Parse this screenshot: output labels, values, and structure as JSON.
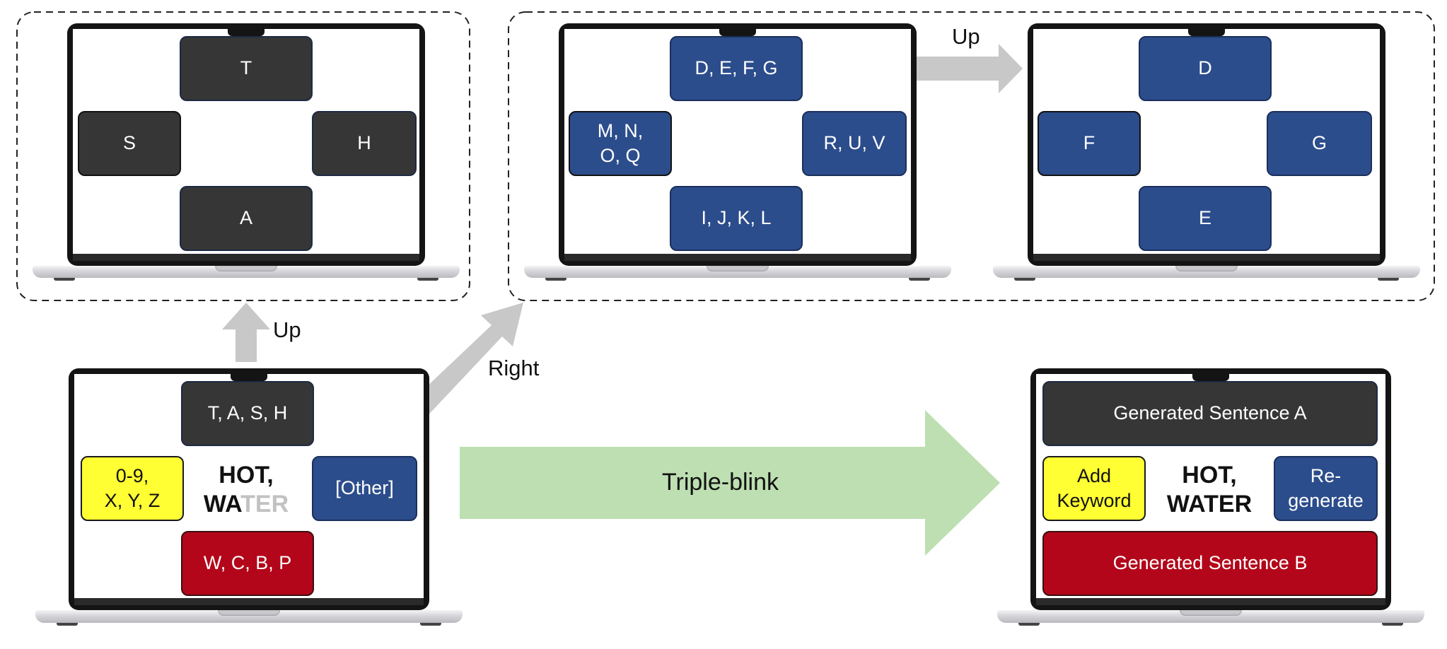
{
  "colors": {
    "dark_key": "#363636",
    "blue_key": "#2c4d8c",
    "red_key": "#b3061a",
    "yellow_key": "#ffff33",
    "arrow_gray": "#c8c8c8",
    "arrow_green": "#bddfb1",
    "typed_text": "#111111",
    "pending_text": "#c2c2c2"
  },
  "main_screen": {
    "up": "T, A, S, H",
    "left": "0-9,\nX, Y, Z",
    "right": "[Other]",
    "down": "W, C, B, P",
    "keyword_line1": "HOT,",
    "keyword_typed": "WA",
    "keyword_pending": "TER"
  },
  "up_screen": {
    "up": "T",
    "left": "S",
    "right": "H",
    "down": "A"
  },
  "right_screen": {
    "up": "D, E, F, G",
    "left": "M, N,\nO, Q",
    "right": "R, U, V",
    "down": "I, J, K, L"
  },
  "right_up_screen": {
    "up": "D",
    "left": "F",
    "right": "G",
    "down": "E"
  },
  "result_screen": {
    "top": "Generated Sentence A",
    "left": "Add\nKeyword",
    "right": "Re-\ngenerate",
    "bottom": "Generated Sentence B",
    "keyword_line1": "HOT,",
    "keyword_line2": "WATER"
  },
  "labels": {
    "up_from_main": "Up",
    "right_from_main": "Right",
    "up_in_right_group": "Up",
    "triple_blink": "Triple-blink"
  }
}
